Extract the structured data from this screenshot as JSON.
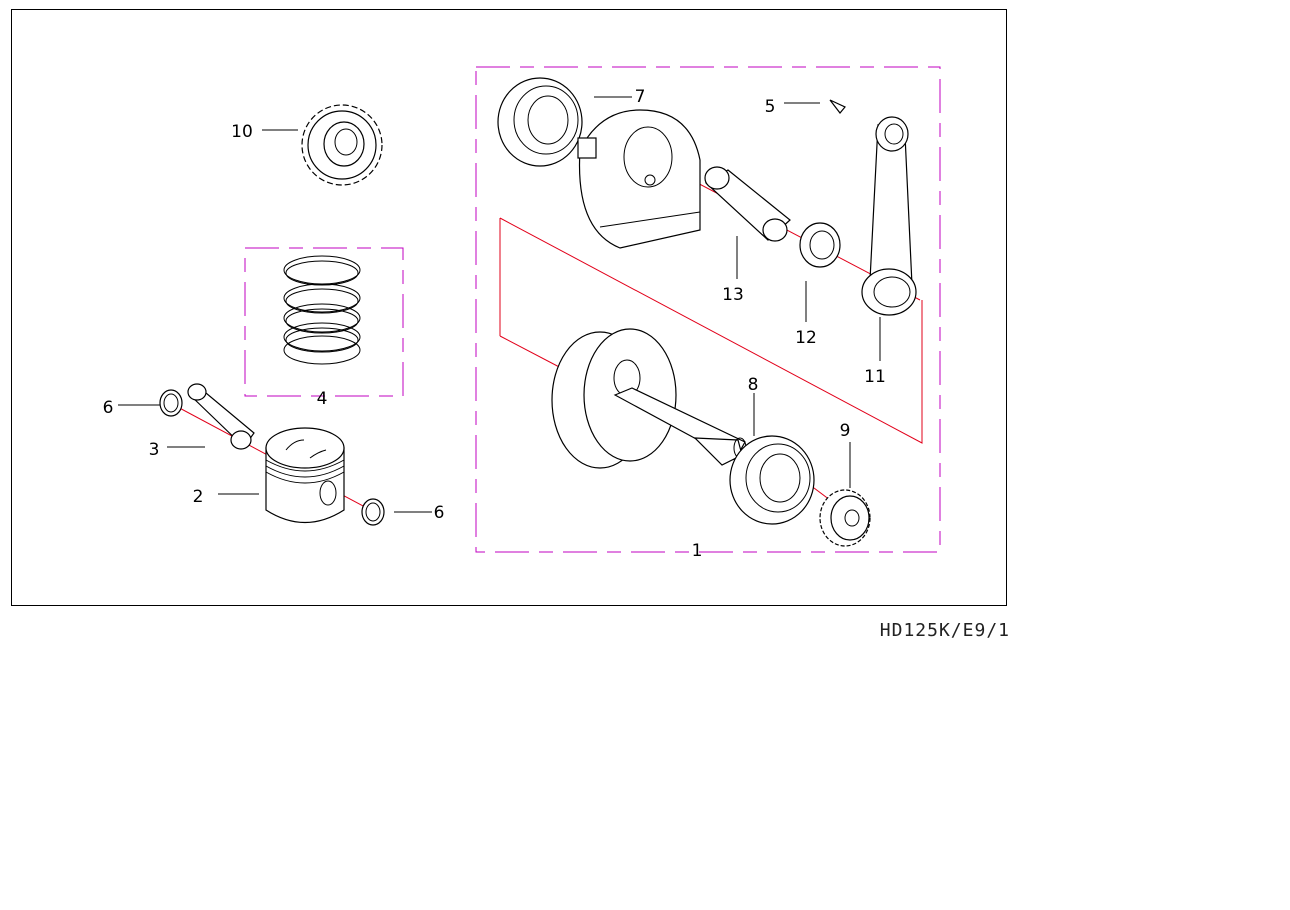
{
  "drawing_code": "HD125K/E9/1",
  "callouts": {
    "c1": "1",
    "c2": "2",
    "c3": "3",
    "c4": "4",
    "c5": "5",
    "c6a": "6",
    "c6b": "6",
    "c7": "7",
    "c8": "8",
    "c9": "9",
    "c10": "10",
    "c11": "11",
    "c12": "12",
    "c13": "13"
  },
  "colors": {
    "frame": "#000000",
    "assembly_group": "#c000c0",
    "axis_line": "#e2001a"
  }
}
